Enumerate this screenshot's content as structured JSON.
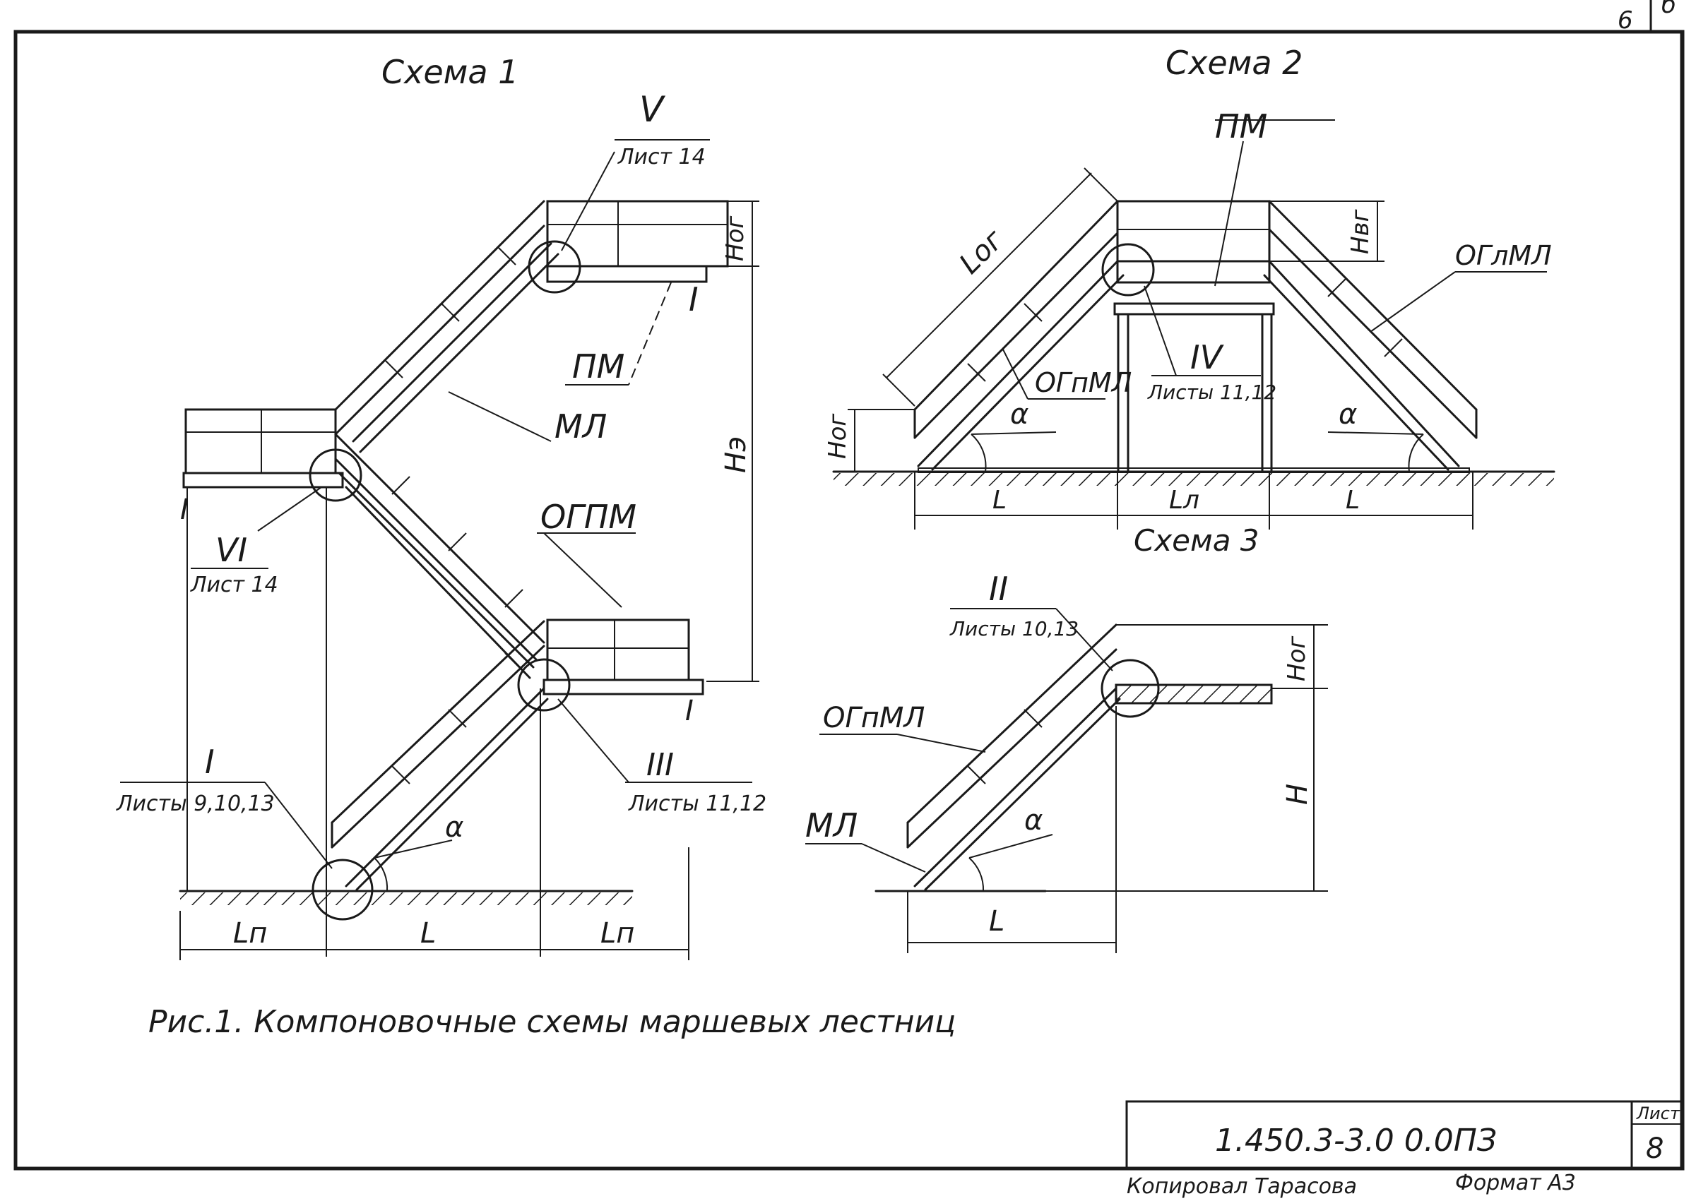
{
  "corner_marks": {
    "left": "6",
    "right": "б"
  },
  "schemes": {
    "s1_title": "Схема 1",
    "s2_title": "Схема 2",
    "s3_title": "Схема 3"
  },
  "callouts": {
    "V": "V",
    "V_sheet": "Лист 14",
    "VI": "VI",
    "VI_sheet": "Лист 14",
    "I": "I",
    "I_sheets": "Листы 9,10,13",
    "III": "III",
    "III_sheets": "Листы 11,12",
    "IV": "IV",
    "IV_sheets": "Листы 11,12",
    "II": "II",
    "II_sheets": "Листы 10,13",
    "section_I": "I"
  },
  "labels": {
    "PM": "ПМ",
    "ML": "МЛ",
    "OGPM": "ОГПМ",
    "OGpML": "ОГпМЛ",
    "OGlML": "ОГлМЛ"
  },
  "dims": {
    "Hog": "Hог",
    "He": "Hэ",
    "Lp": "Lп",
    "L": "L",
    "Log": "Lог",
    "Hvg": "Hвг",
    "alpha": "α",
    "H": "H",
    "Ll": "Lл"
  },
  "caption": "Рис.1. Компоновочные схемы маршевых лестниц",
  "stamp": {
    "doc_code": "1.450.3-3.0 0.0ПЗ",
    "sheet_label": "Лист",
    "sheet_no": "8",
    "copied_by": "Копировал Тарасова",
    "format": "Формат А3"
  }
}
